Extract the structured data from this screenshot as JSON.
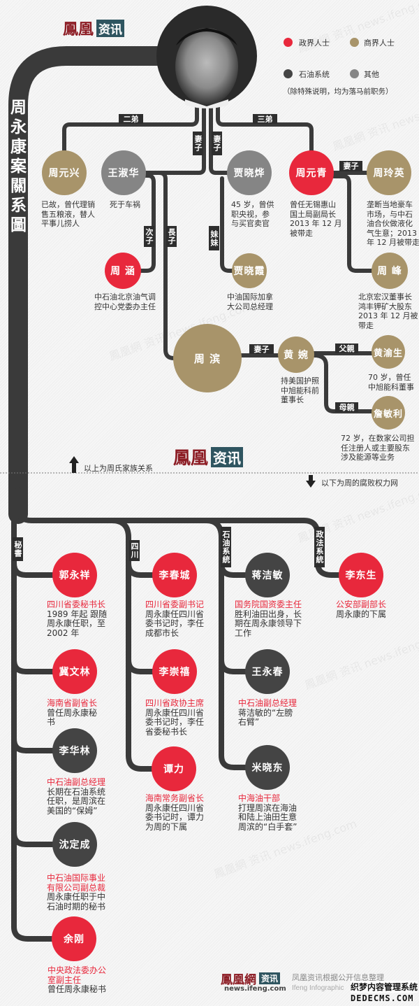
{
  "title": "周永康案關系圖",
  "logo": {
    "brand": "鳳凰",
    "tag": "资讯"
  },
  "watermark": "鳳凰網 资讯 news.ifeng.com",
  "colors": {
    "politics": "#e8283c",
    "business": "#a8946a",
    "oil": "#444444",
    "other": "#858585",
    "line": "#3a3a3a"
  },
  "legend": {
    "items": [
      {
        "label": "政界人士",
        "color": "#e8283c"
      },
      {
        "label": "商界人士",
        "color": "#a8946a"
      },
      {
        "label": "石油系统",
        "color": "#444444"
      },
      {
        "label": "其他",
        "color": "#858585"
      }
    ],
    "note": "（除特殊说明，均为落马前职务）"
  },
  "family": {
    "labels": {
      "second_brother": "二弟",
      "third_brother": "三弟",
      "wife": "妻子",
      "second_son": "次子",
      "eldest_son": "長子",
      "sister": "妹妹",
      "father": "父親",
      "mother": "母親"
    },
    "nodes": {
      "zhou_yuanxing": {
        "name": "周元兴",
        "desc": "已故，曾代理销\n售五粮液，替人\n平事儿捞人"
      },
      "wang_shuhua": {
        "name": "王淑华",
        "desc": "死于车祸"
      },
      "jia_xiaoye": {
        "name": "贾晓烨",
        "desc": "45 岁，曾供\n职央视，参\n与买官卖官"
      },
      "zhou_yuanqing": {
        "name": "周元青",
        "desc": "曾任无锡惠山\n国土局副局长\n2013 年 12 月\n被带走"
      },
      "zhou_lingying": {
        "name": "周玲英",
        "desc": "垄断当地豪车\n市场，与中石\n油合伙做液化\n气生意；2013\n年 12 月被带走"
      },
      "zhou_han": {
        "name": "周 涵",
        "desc": "中石油北京油气调\n控中心党委办主任"
      },
      "jia_xiaoxia": {
        "name": "贾晓霞",
        "desc": "中油国际加拿\n大公司总经理"
      },
      "zhou_feng": {
        "name": "周 峰",
        "desc": "北京宏汉董事长\n鸿丰钾矿大股东\n2013 年 12 月被\n带走"
      },
      "zhou_bin": {
        "name": "周 滨"
      },
      "huang_wan": {
        "name": "黄 婉",
        "desc": "持美国护照\n中旭能科前\n董事长"
      },
      "huang_yusheng": {
        "name": "黄渝生",
        "desc": "70 岁，曾任\n中旭能科董事"
      },
      "zhan_minli": {
        "name": "詹敏利",
        "desc": "72 岁，在数家公司担\n任注册人或主要股东\n涉及能源等业务"
      }
    }
  },
  "divider": {
    "above": "以上为周氏家族关系",
    "below": "以下为周的腐败权力网"
  },
  "network": {
    "groups": {
      "secretary": "秘書",
      "sichuan": "四川",
      "oil": "石油系統",
      "law": "政法系統"
    },
    "nodes": {
      "guo_yongxiang": {
        "name": "郭永祥",
        "title": "四川省委秘书长",
        "desc": "1989 年起 跟随\n周永康任职，至\n2002 年"
      },
      "ji_wenlin": {
        "name": "冀文林",
        "title": "海南省副省长",
        "desc": "曾任周永康秘\n书"
      },
      "li_hualin": {
        "name": "李华林",
        "title": "中石油副总经理",
        "desc": "长期在石油系统\n任职，是周滨在\n美国的“保姆”"
      },
      "shen_dingcheng": {
        "name": "沈定成",
        "title": "中石油国际事业\n有限公司副总裁",
        "desc": "周永康任职于中\n石油时期的秘书"
      },
      "yu_gang": {
        "name": "余刚",
        "title": "中央政法委办公\n室副主任",
        "desc": "曾任周永康秘书"
      },
      "li_chuncheng": {
        "name": "李春城",
        "title": "四川省委副书记",
        "desc": "周永康任四川省\n委书记时，李任\n成都市长"
      },
      "li_chongxi": {
        "name": "李崇禧",
        "title": "四川省政协主席",
        "desc": "周永康任四川省\n委书记时，李任\n省委秘书长"
      },
      "tan_li": {
        "name": "谭力",
        "title": "海南常务副省长",
        "desc": "周永康任四川省\n委书记时，谭力\n为周的下属"
      },
      "jiang_jiemin": {
        "name": "蒋洁敏",
        "title": "国务院国资委主任",
        "desc": "胜利油田出身，长\n期在周永康领导下\n工作"
      },
      "wang_yongchun": {
        "name": "王永春",
        "title": "中石油副总经理",
        "desc": "蒋洁敏的“左膀\n右臂”"
      },
      "mi_xiaodong": {
        "name": "米晓东",
        "title": "中海油干部",
        "desc": "打理周滨在海油\n和陆上油田生意\n周滨的“白手套”"
      },
      "li_dongsheng": {
        "name": "李东生",
        "title": "公安部副部长",
        "desc": "周永康的下属"
      }
    }
  },
  "footer": {
    "brand": "鳳凰網",
    "tag": "资讯",
    "domain": "news.ifeng.com",
    "credit": "凤凰资讯根据公开信息整理",
    "credit_en": "Ifeng Infographic",
    "site_watermark": "织梦内容管理系统",
    "site_watermark_en": "DEDECMS.COM"
  }
}
